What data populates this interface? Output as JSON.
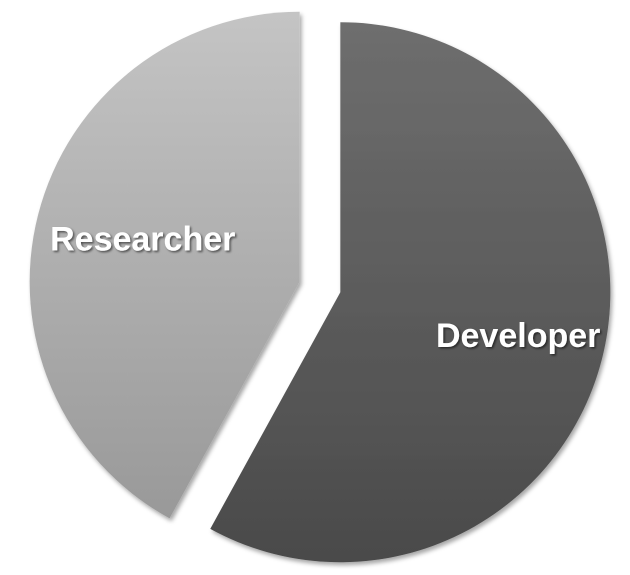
{
  "chart_data": {
    "type": "pie",
    "categories": [
      "Developer",
      "Researcher"
    ],
    "values": [
      58,
      42
    ],
    "colors": {
      "Developer": [
        "#6e6e6e",
        "#4a4a4a"
      ],
      "Researcher": [
        "#c4c4c4",
        "#999999"
      ]
    },
    "exploded": true,
    "legend": "none",
    "labels_inside": true
  }
}
